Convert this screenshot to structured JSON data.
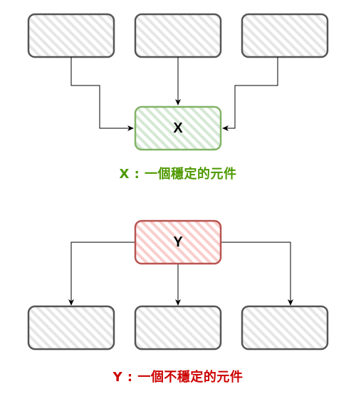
{
  "colors": {
    "neutral_fill": "#e6e6e6",
    "neutral_stroke": "#555555",
    "stable_fill": "#d5e8d4",
    "stable_stroke": "#82b366",
    "stable_text": "#4d9900",
    "unstable_fill": "#f8cecc",
    "unstable_stroke": "#b85450",
    "unstable_text": "#cc0000",
    "arrow": "#000000"
  },
  "stable_diagram": {
    "node_label": "X",
    "caption": "X : 一個穩定的元件"
  },
  "unstable_diagram": {
    "node_label": "Y",
    "caption": "Y : 一個不穩定的元件"
  }
}
